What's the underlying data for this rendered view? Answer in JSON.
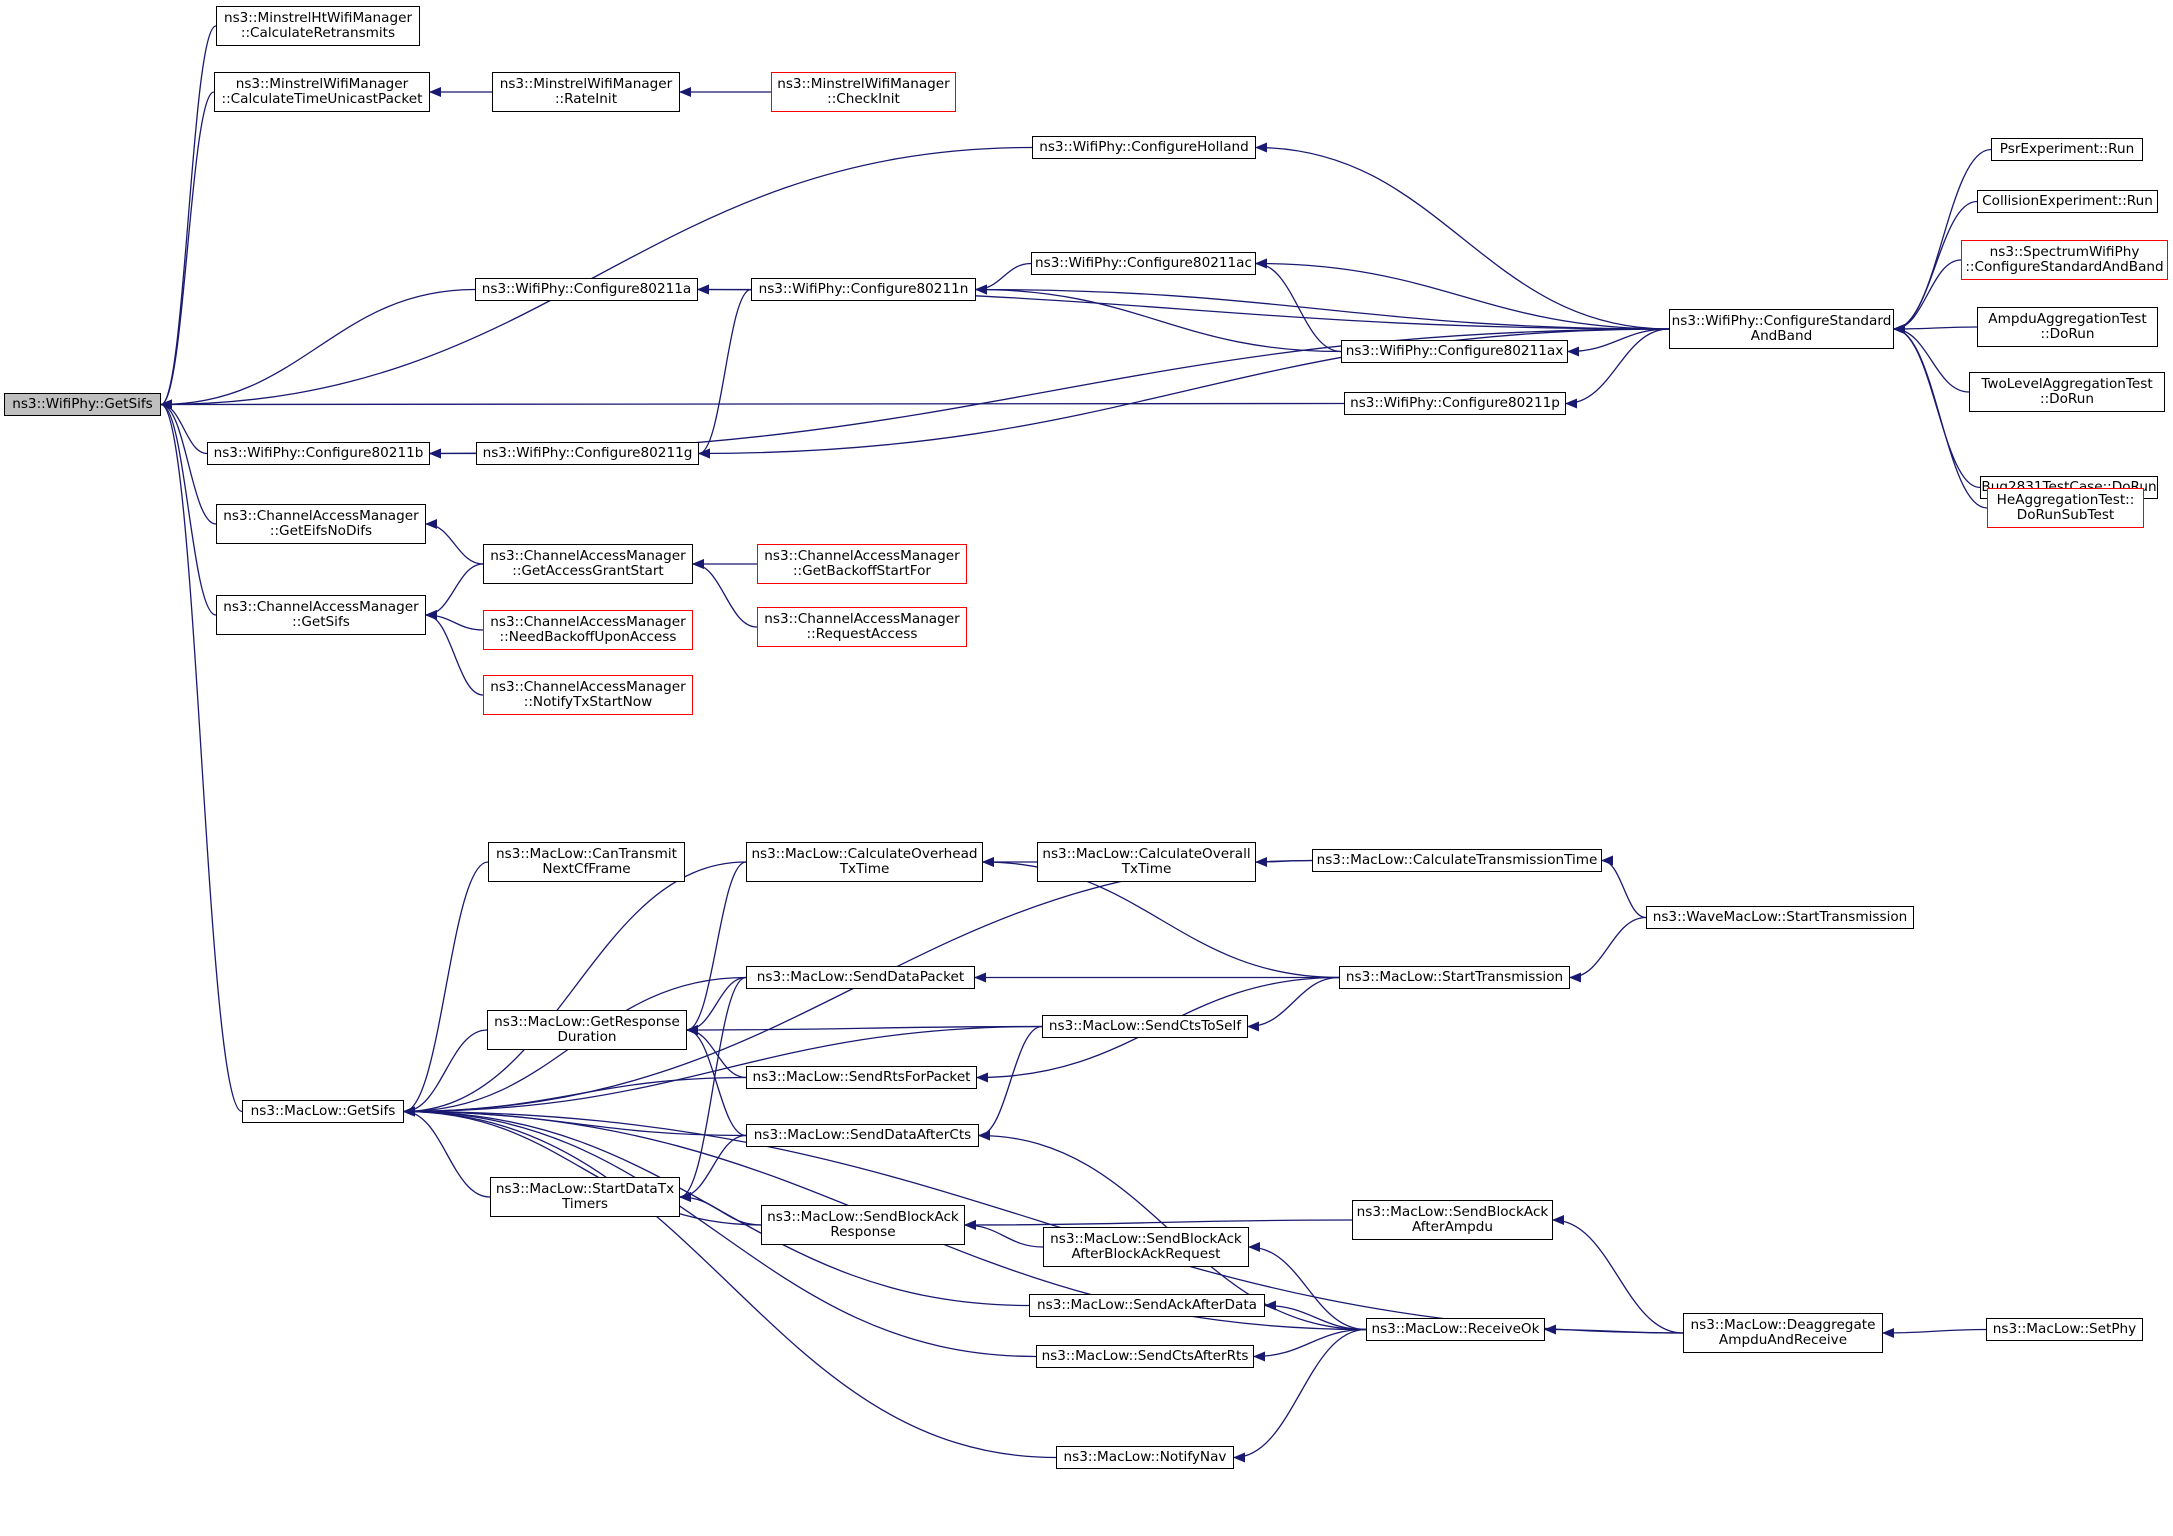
{
  "diagram": {
    "type": "call-graph",
    "edge_color": "#191970",
    "node_border_colors": {
      "default": "#000000",
      "truncated": "#ff0000"
    },
    "root_fill": "#bfbfbf",
    "nodes": {
      "getsifs_phy": {
        "lines": [
          "ns3::WifiPhy::GetSifs"
        ],
        "style": "root"
      },
      "minstrelht_calcretrans": {
        "lines": [
          "ns3::MinstrelHtWifiManager",
          "::CalculateRetransmits"
        ]
      },
      "minstrel_calctime": {
        "lines": [
          "ns3::MinstrelWifiManager",
          "::CalculateTimeUnicastPacket"
        ]
      },
      "minstrel_rateinit": {
        "lines": [
          "ns3::MinstrelWifiManager",
          "::RateInit"
        ]
      },
      "minstrel_checkinit": {
        "lines": [
          "ns3::MinstrelWifiManager",
          "::CheckInit"
        ],
        "style": "truncated"
      },
      "conf_holland": {
        "lines": [
          "ns3::WifiPhy::ConfigureHolland"
        ]
      },
      "conf_a": {
        "lines": [
          "ns3::WifiPhy::Configure80211a"
        ]
      },
      "conf_n": {
        "lines": [
          "ns3::WifiPhy::Configure80211n"
        ]
      },
      "conf_ac": {
        "lines": [
          "ns3::WifiPhy::Configure80211ac"
        ]
      },
      "conf_ax": {
        "lines": [
          "ns3::WifiPhy::Configure80211ax"
        ]
      },
      "conf_p": {
        "lines": [
          "ns3::WifiPhy::Configure80211p"
        ]
      },
      "conf_b": {
        "lines": [
          "ns3::WifiPhy::Configure80211b"
        ]
      },
      "conf_g": {
        "lines": [
          "ns3::WifiPhy::Configure80211g"
        ]
      },
      "conf_std": {
        "lines": [
          "ns3::WifiPhy::ConfigureStandard",
          "AndBand"
        ]
      },
      "psr_run": {
        "lines": [
          "PsrExperiment::Run"
        ]
      },
      "coll_run": {
        "lines": [
          "CollisionExperiment::Run"
        ]
      },
      "spectrum_conf": {
        "lines": [
          "ns3::SpectrumWifiPhy",
          "::ConfigureStandardAndBand"
        ],
        "style": "truncated"
      },
      "ampdu_test": {
        "lines": [
          "AmpduAggregationTest",
          "::DoRun"
        ]
      },
      "twolevel_test": {
        "lines": [
          "TwoLevelAggregationTest",
          "::DoRun"
        ]
      },
      "bug2831": {
        "lines": [
          "Bug2831TestCase::DoRun"
        ]
      },
      "heagg": {
        "lines": [
          "HeAggregationTest::",
          "DoRunSubTest"
        ],
        "style": "truncated"
      },
      "cam_geteifs": {
        "lines": [
          "ns3::ChannelAccessManager",
          "::GetEifsNoDifs"
        ]
      },
      "cam_getsifs": {
        "lines": [
          "ns3::ChannelAccessManager",
          "::GetSifs"
        ]
      },
      "cam_grant": {
        "lines": [
          "ns3::ChannelAccessManager",
          "::GetAccessGrantStart"
        ]
      },
      "cam_backoff": {
        "lines": [
          "ns3::ChannelAccessManager",
          "::GetBackoffStartFor"
        ],
        "style": "truncated"
      },
      "cam_request": {
        "lines": [
          "ns3::ChannelAccessManager",
          "::RequestAccess"
        ],
        "style": "truncated"
      },
      "cam_needbackoff": {
        "lines": [
          "ns3::ChannelAccessManager",
          "::NeedBackoffUponAccess"
        ],
        "style": "truncated"
      },
      "cam_notifytx": {
        "lines": [
          "ns3::ChannelAccessManager",
          "::NotifyTxStartNow"
        ],
        "style": "truncated"
      },
      "mac_getsifs": {
        "lines": [
          "ns3::MacLow::GetSifs"
        ]
      },
      "mac_cantransmit": {
        "lines": [
          "ns3::MacLow::CanTransmit",
          "NextCfFrame"
        ]
      },
      "mac_calcoverhead": {
        "lines": [
          "ns3::MacLow::CalculateOverhead",
          "TxTime"
        ]
      },
      "mac_calcoverall": {
        "lines": [
          "ns3::MacLow::CalculateOverall",
          "TxTime"
        ]
      },
      "mac_calctrans": {
        "lines": [
          "ns3::MacLow::CalculateTransmissionTime"
        ]
      },
      "wave_starttrans": {
        "lines": [
          "ns3::WaveMacLow::StartTransmission"
        ]
      },
      "mac_getresp": {
        "lines": [
          "ns3::MacLow::GetResponse",
          "Duration"
        ]
      },
      "mac_senddata": {
        "lines": [
          "ns3::MacLow::SendDataPacket"
        ]
      },
      "mac_starttrans": {
        "lines": [
          "ns3::MacLow::StartTransmission"
        ]
      },
      "mac_sendctsself": {
        "lines": [
          "ns3::MacLow::SendCtsToSelf"
        ]
      },
      "mac_sendrts": {
        "lines": [
          "ns3::MacLow::SendRtsForPacket"
        ]
      },
      "mac_senddataaftercts": {
        "lines": [
          "ns3::MacLow::SendDataAfterCts"
        ]
      },
      "mac_startdatatx": {
        "lines": [
          "ns3::MacLow::StartDataTx",
          "Timers"
        ]
      },
      "mac_sendbaresp": {
        "lines": [
          "ns3::MacLow::SendBlockAck",
          "Response"
        ]
      },
      "mac_sendbaafterampdu": {
        "lines": [
          "ns3::MacLow::SendBlockAck",
          "AfterAmpdu"
        ]
      },
      "mac_sendbaafterbar": {
        "lines": [
          "ns3::MacLow::SendBlockAck",
          "AfterBlockAckRequest"
        ]
      },
      "mac_sendackafterdata": {
        "lines": [
          "ns3::MacLow::SendAckAfterData"
        ]
      },
      "mac_receiveok": {
        "lines": [
          "ns3::MacLow::ReceiveOk"
        ]
      },
      "mac_deaggregate": {
        "lines": [
          "ns3::MacLow::Deaggregate",
          "AmpduAndReceive"
        ]
      },
      "mac_setphy": {
        "lines": [
          "ns3::MacLow::SetPhy"
        ]
      },
      "mac_sendctsafterrts": {
        "lines": [
          "ns3::MacLow::SendCtsAfterRts"
        ]
      },
      "mac_notifynav": {
        "lines": [
          "ns3::MacLow::NotifyNav"
        ]
      }
    },
    "edges": [
      [
        "getsifs_phy",
        "minstrelht_calcretrans"
      ],
      [
        "getsifs_phy",
        "minstrel_calctime"
      ],
      [
        "minstrel_calctime",
        "minstrel_rateinit"
      ],
      [
        "minstrel_rateinit",
        "minstrel_checkinit"
      ],
      [
        "getsifs_phy",
        "conf_holland"
      ],
      [
        "conf_holland",
        "conf_std"
      ],
      [
        "getsifs_phy",
        "conf_a"
      ],
      [
        "conf_a",
        "conf_n"
      ],
      [
        "conf_a",
        "conf_std"
      ],
      [
        "conf_n",
        "conf_ac"
      ],
      [
        "conf_n",
        "conf_ax"
      ],
      [
        "conf_n",
        "conf_std"
      ],
      [
        "conf_ac",
        "conf_ax"
      ],
      [
        "conf_ac",
        "conf_std"
      ],
      [
        "conf_ax",
        "conf_std"
      ],
      [
        "getsifs_phy",
        "conf_p"
      ],
      [
        "conf_p",
        "conf_std"
      ],
      [
        "getsifs_phy",
        "conf_b"
      ],
      [
        "conf_b",
        "conf_g"
      ],
      [
        "conf_b",
        "conf_std"
      ],
      [
        "conf_g",
        "conf_n"
      ],
      [
        "conf_g",
        "conf_std"
      ],
      [
        "conf_std",
        "psr_run"
      ],
      [
        "conf_std",
        "coll_run"
      ],
      [
        "conf_std",
        "spectrum_conf"
      ],
      [
        "conf_std",
        "ampdu_test"
      ],
      [
        "conf_std",
        "twolevel_test"
      ],
      [
        "conf_std",
        "bug2831"
      ],
      [
        "conf_std",
        "heagg"
      ],
      [
        "getsifs_phy",
        "cam_geteifs"
      ],
      [
        "getsifs_phy",
        "cam_getsifs"
      ],
      [
        "cam_geteifs",
        "cam_grant"
      ],
      [
        "cam_getsifs",
        "cam_grant"
      ],
      [
        "cam_getsifs",
        "cam_needbackoff"
      ],
      [
        "cam_getsifs",
        "cam_notifytx"
      ],
      [
        "cam_grant",
        "cam_backoff"
      ],
      [
        "cam_grant",
        "cam_request"
      ],
      [
        "getsifs_phy",
        "mac_getsifs"
      ],
      [
        "mac_getsifs",
        "mac_cantransmit"
      ],
      [
        "mac_getsifs",
        "mac_calcoverhead"
      ],
      [
        "mac_getsifs",
        "mac_calctrans"
      ],
      [
        "mac_getsifs",
        "mac_getresp"
      ],
      [
        "mac_getsifs",
        "mac_senddata"
      ],
      [
        "mac_getsifs",
        "mac_sendctsself"
      ],
      [
        "mac_getsifs",
        "mac_sendrts"
      ],
      [
        "mac_getsifs",
        "mac_senddataaftercts"
      ],
      [
        "mac_getsifs",
        "mac_startdatatx"
      ],
      [
        "mac_getsifs",
        "mac_sendbaresp"
      ],
      [
        "mac_getsifs",
        "mac_sendackafterdata"
      ],
      [
        "mac_getsifs",
        "mac_sendctsafterrts"
      ],
      [
        "mac_getsifs",
        "mac_receiveok"
      ],
      [
        "mac_getsifs",
        "mac_notifynav"
      ],
      [
        "mac_getsifs",
        "mac_deaggregate"
      ],
      [
        "mac_calcoverhead",
        "mac_calcoverall"
      ],
      [
        "mac_calcoverhead",
        "mac_starttrans"
      ],
      [
        "mac_calcoverall",
        "mac_calctrans"
      ],
      [
        "mac_calctrans",
        "wave_starttrans"
      ],
      [
        "mac_getresp",
        "mac_calcoverhead"
      ],
      [
        "mac_getresp",
        "mac_senddata"
      ],
      [
        "mac_getresp",
        "mac_sendctsself"
      ],
      [
        "mac_getresp",
        "mac_sendrts"
      ],
      [
        "mac_getresp",
        "mac_senddataaftercts"
      ],
      [
        "mac_senddata",
        "mac_starttrans"
      ],
      [
        "mac_sendctsself",
        "mac_starttrans"
      ],
      [
        "mac_sendrts",
        "mac_starttrans"
      ],
      [
        "mac_starttrans",
        "wave_starttrans"
      ],
      [
        "mac_senddataaftercts",
        "mac_sendctsself"
      ],
      [
        "mac_senddataaftercts",
        "mac_receiveok"
      ],
      [
        "mac_startdatatx",
        "mac_senddata"
      ],
      [
        "mac_startdatatx",
        "mac_senddataaftercts"
      ],
      [
        "mac_startdatatx",
        "mac_sendbaresp"
      ],
      [
        "mac_sendbaresp",
        "mac_sendbaafterampdu"
      ],
      [
        "mac_sendbaresp",
        "mac_sendbaafterbar"
      ],
      [
        "mac_sendbaafterampdu",
        "mac_deaggregate"
      ],
      [
        "mac_sendbaafterbar",
        "mac_receiveok"
      ],
      [
        "mac_sendackafterdata",
        "mac_receiveok"
      ],
      [
        "mac_sendctsafterrts",
        "mac_receiveok"
      ],
      [
        "mac_notifynav",
        "mac_receiveok"
      ],
      [
        "mac_receiveok",
        "mac_deaggregate"
      ],
      [
        "mac_deaggregate",
        "mac_setphy"
      ]
    ]
  }
}
